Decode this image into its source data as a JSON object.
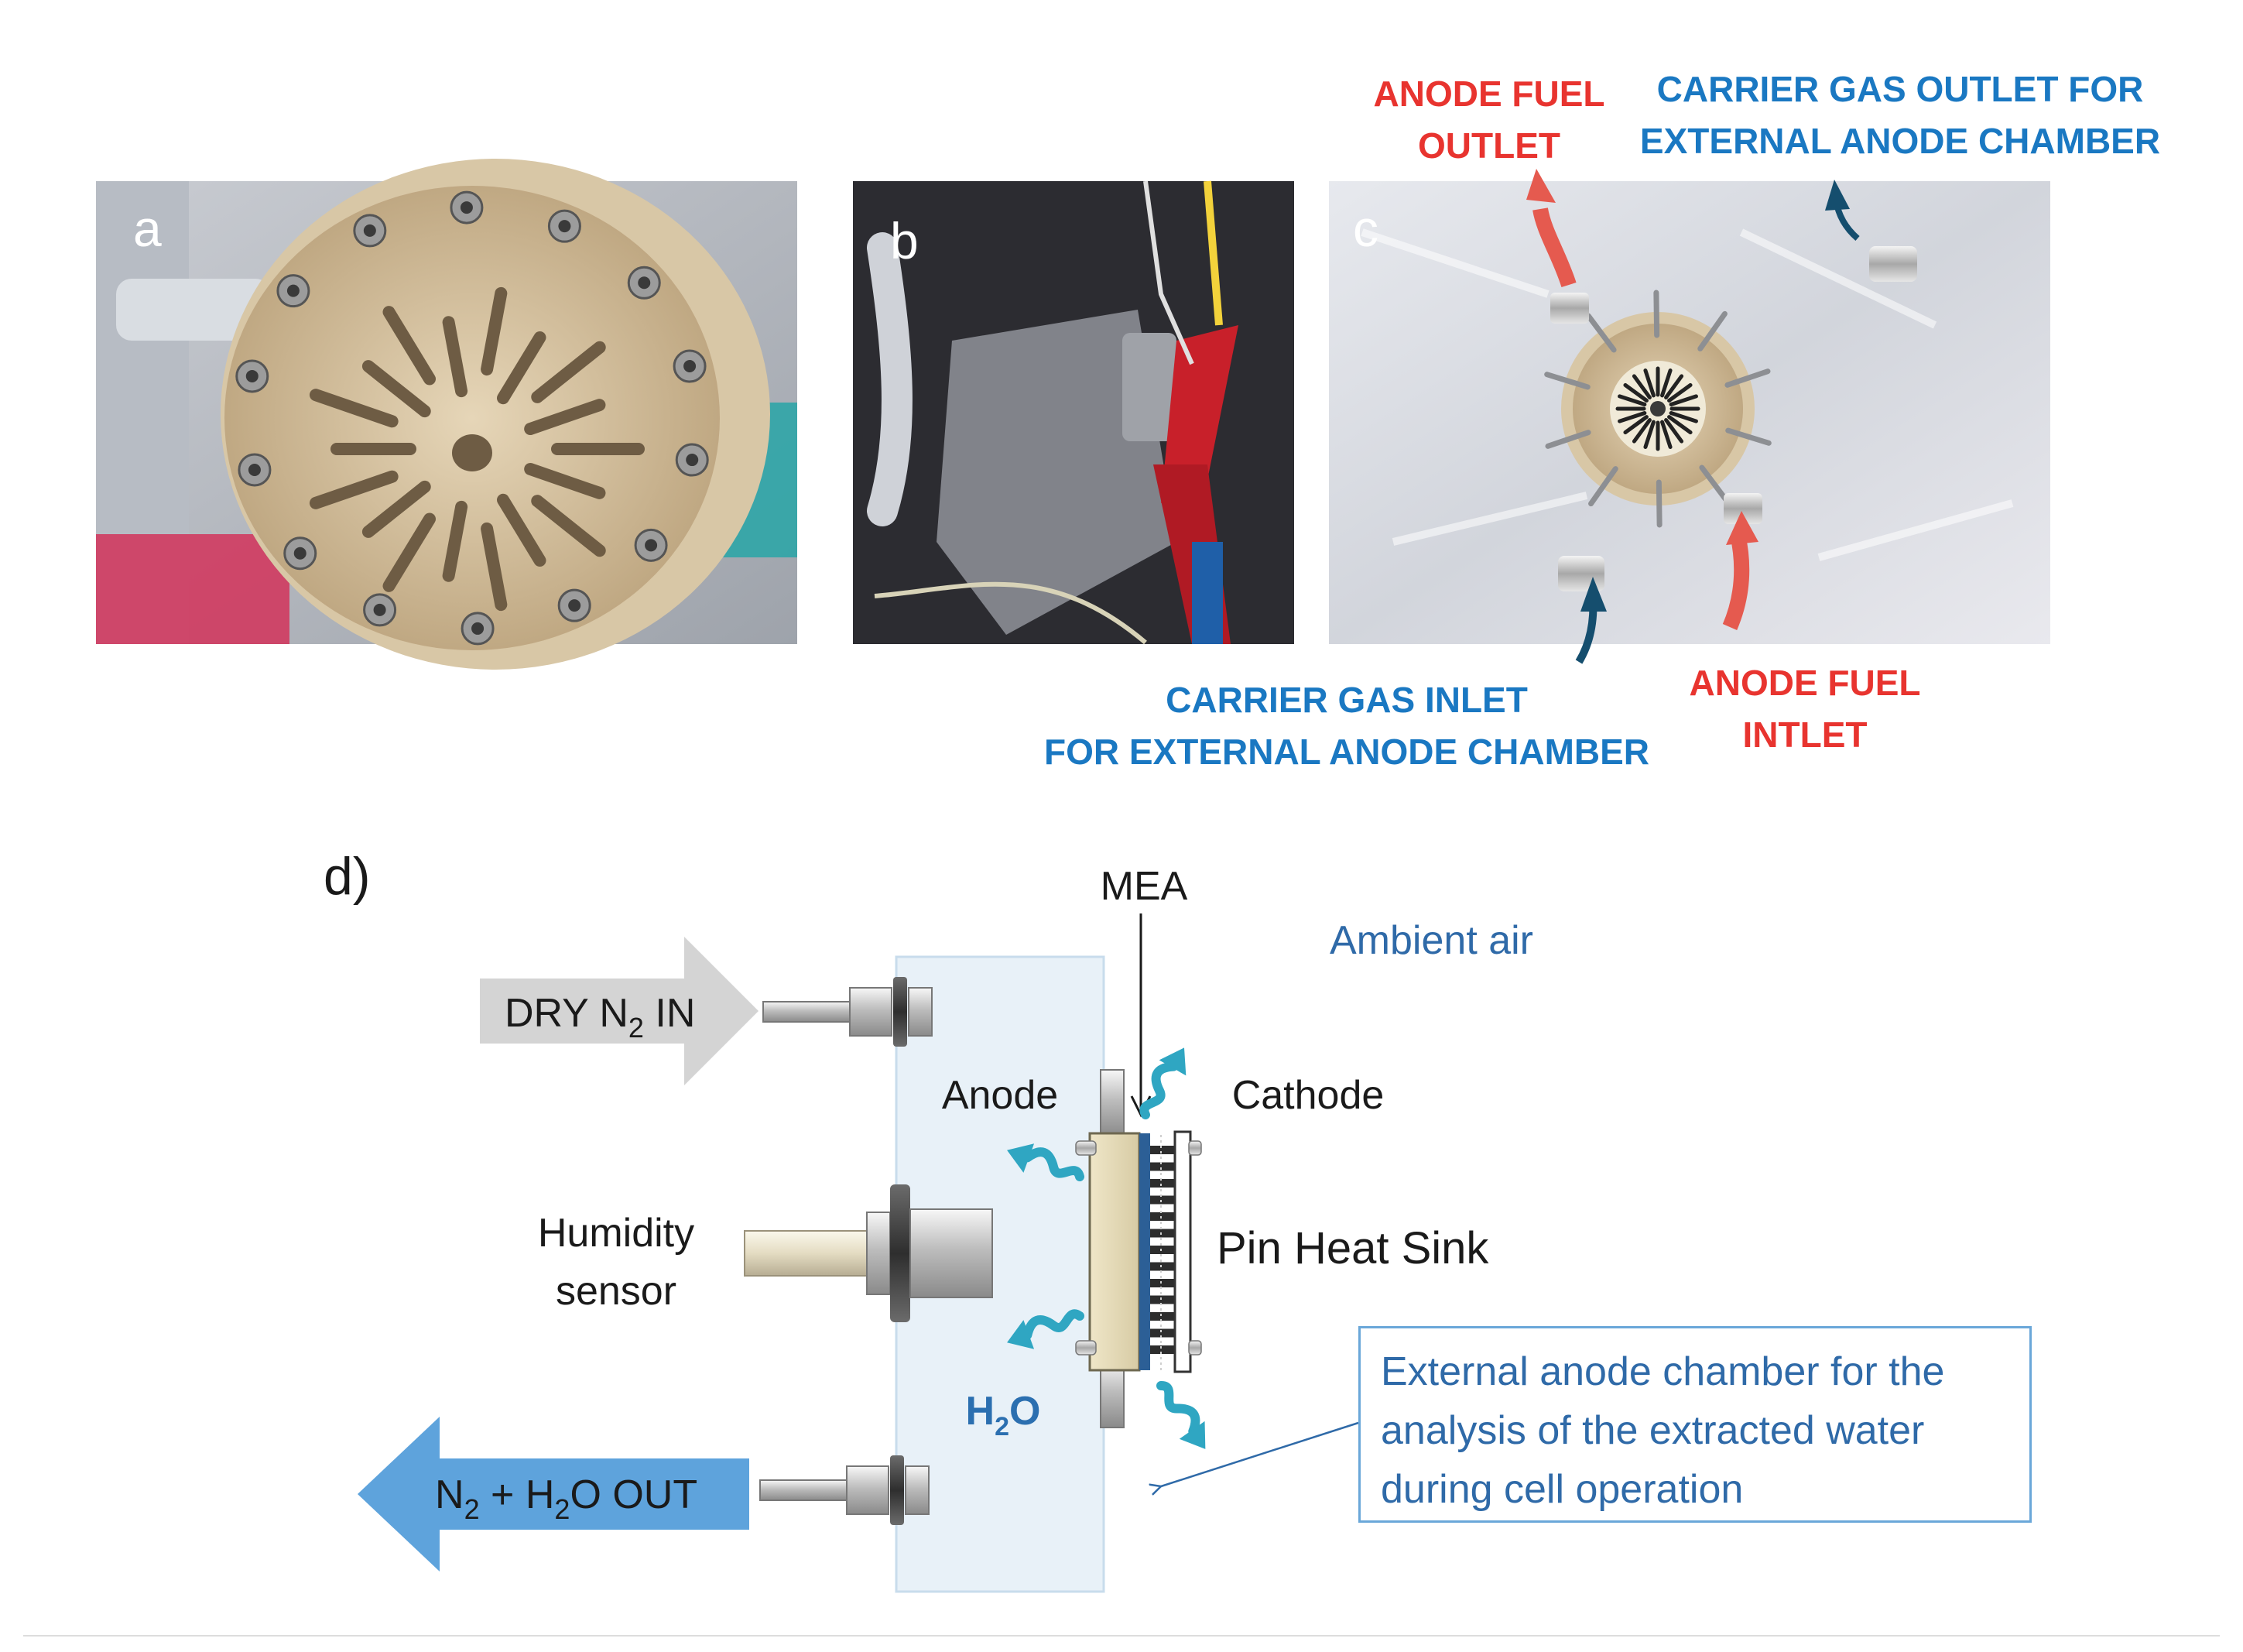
{
  "panels": {
    "a": {
      "letter": "a"
    },
    "b": {
      "letter": "b"
    },
    "c": {
      "letter": "c",
      "labels": {
        "anode_fuel_outlet": [
          "ANODE FUEL",
          "OUTLET"
        ],
        "carrier_gas_outlet": [
          "CARRIER GAS OUTLET FOR",
          "EXTERNAL ANODE CHAMBER"
        ],
        "carrier_gas_inlet": [
          "CARRIER GAS INLET",
          "FOR EXTERNAL  ANODE CHAMBER"
        ],
        "anode_fuel_inlet": [
          "ANODE FUEL",
          "INTLET"
        ]
      }
    },
    "d": {
      "letter": "d)",
      "mea": "MEA",
      "ambient_air": "Ambient air",
      "dry_n2_in": {
        "pre": "DRY N",
        "sub": "2",
        "post": " IN"
      },
      "anode": "Anode",
      "cathode": "Cathode",
      "humidity_sensor": [
        "Humidity",
        "sensor"
      ],
      "pin_heat_sink": "Pin Heat Sink",
      "water": {
        "pre": "H",
        "sub": "2",
        "post": "O"
      },
      "outflow": {
        "p1": "N",
        "s1": "2",
        "p2": " + H",
        "s2": "2",
        "p3": "O OUT"
      },
      "note": [
        "External anode chamber for the",
        "analysis of the extracted water",
        "during cell operation"
      ]
    }
  },
  "colors": {
    "red_label": "#e8342f",
    "blue_label": "#1a78c2",
    "note_text": "#2f6aa8",
    "chamber_fill": "#e8f1f8",
    "out_arrow": "#5ea3dc",
    "in_arrow": "#d4d4d4",
    "wave": "#2fa6c2"
  }
}
